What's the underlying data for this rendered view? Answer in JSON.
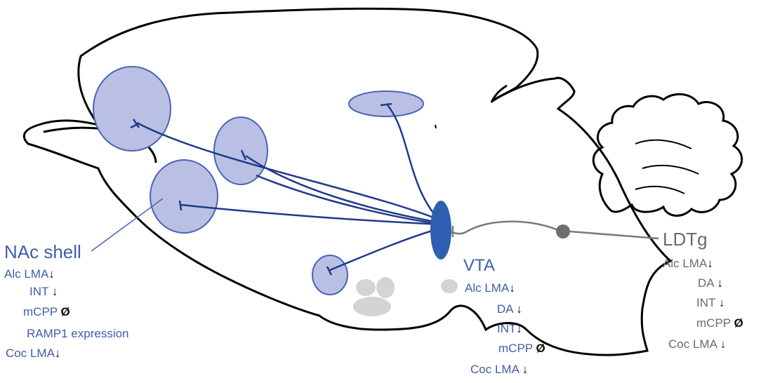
{
  "colors": {
    "outline": "#000000",
    "region_fill": "#b9c0e3",
    "region_stroke": "#4a63b8",
    "projection": "#1f3a8a",
    "vta_fill": "#2e5fb0",
    "ldtg_line": "#7a7a7a",
    "ldtg_node": "#6e6e6e",
    "ventral_blobs": "#d4d4d4"
  },
  "icons": {
    "down_arrow": "down-arrow-icon",
    "no_effect": "empty-set-icon"
  },
  "symbols": {
    "down": "↓",
    "none": "Ø"
  },
  "nac": {
    "title": "NAc  shell",
    "effects": [
      {
        "text": "Alc LMA",
        "mark": "↓"
      },
      {
        "text": "INT ",
        "mark": "↓"
      },
      {
        "text": "mCPP ",
        "mark": "Ø"
      },
      {
        "text": "RAMP1 expression",
        "mark": ""
      },
      {
        "text": "Coc LMA",
        "mark": "↓"
      }
    ]
  },
  "vta": {
    "title": "VTA",
    "effects": [
      {
        "text": "Alc LMA",
        "mark": "↓"
      },
      {
        "text": "DA ",
        "mark": "↓"
      },
      {
        "text": "INT",
        "mark": "↓"
      },
      {
        "text": "mCPP ",
        "mark": "Ø"
      },
      {
        "text": "Coc LMA ",
        "mark": "↓"
      }
    ]
  },
  "ldtg": {
    "title": "LDTg",
    "effects": [
      {
        "text": "Alc LMA",
        "mark": "↓"
      },
      {
        "text": "DA ",
        "mark": "↓"
      },
      {
        "text": "INT ",
        "mark": "↓"
      },
      {
        "text": "mCPP ",
        "mark": "Ø"
      },
      {
        "text": "Coc LMA ",
        "mark": "↓"
      }
    ]
  }
}
